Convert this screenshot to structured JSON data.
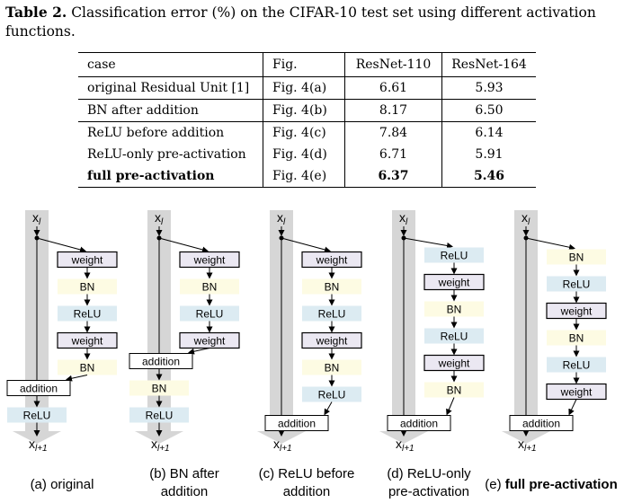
{
  "caption": {
    "label": "Table 2.",
    "text": " Classification error (%) on the CIFAR-10 test set using different activation functions."
  },
  "table": {
    "headers": [
      "case",
      "Fig.",
      "ResNet-110",
      "ResNet-164"
    ],
    "rows": [
      [
        "original Residual Unit [1]",
        "Fig. 4(a)",
        "6.61",
        "5.93"
      ],
      [
        "BN after addition",
        "Fig. 4(b)",
        "8.17",
        "6.50"
      ],
      [
        "ReLU before addition",
        "Fig. 4(c)",
        "7.84",
        "6.14"
      ],
      [
        "ReLU-only pre-activation",
        "Fig. 4(d)",
        "6.71",
        "5.91"
      ],
      [
        "full pre-activation",
        "Fig. 4(e)",
        "6.37",
        "5.46"
      ]
    ]
  },
  "figure": {
    "input_label": "x",
    "input_sub": "l",
    "output_sub": "l+1",
    "units": [
      {
        "branch": [
          "weight",
          "BN",
          "ReLU",
          "weight",
          "BN"
        ],
        "addition": "addition",
        "after": [
          "ReLU"
        ],
        "caption_lines": [
          "(a) original"
        ]
      },
      {
        "branch": [
          "weight",
          "BN",
          "ReLU",
          "weight"
        ],
        "addition": "addition",
        "after": [
          "BN",
          "ReLU"
        ],
        "caption_lines": [
          "(b) BN after",
          "addition"
        ]
      },
      {
        "branch": [
          "weight",
          "BN",
          "ReLU",
          "weight",
          "BN",
          "ReLU"
        ],
        "addition": "addition",
        "after": [],
        "caption_lines": [
          "(c) ReLU before",
          "addition"
        ]
      },
      {
        "branch": [
          "ReLU",
          "weight",
          "BN",
          "ReLU",
          "weight",
          "BN"
        ],
        "addition": "addition",
        "after": [],
        "caption_lines": [
          "(d) ReLU-only",
          "pre-activation"
        ]
      },
      {
        "branch": [
          "BN",
          "ReLU",
          "weight",
          "BN",
          "ReLU",
          "weight"
        ],
        "addition": "addition",
        "after": [],
        "caption_lines": [
          "(e) ",
          "full pre-activation"
        ]
      }
    ],
    "colors": {
      "weight": "#ebe8f2",
      "BN": "#fdfbe3",
      "ReLU": "#dcebf2",
      "addition": "#ffffff",
      "highway": "#d6d6d6"
    }
  }
}
